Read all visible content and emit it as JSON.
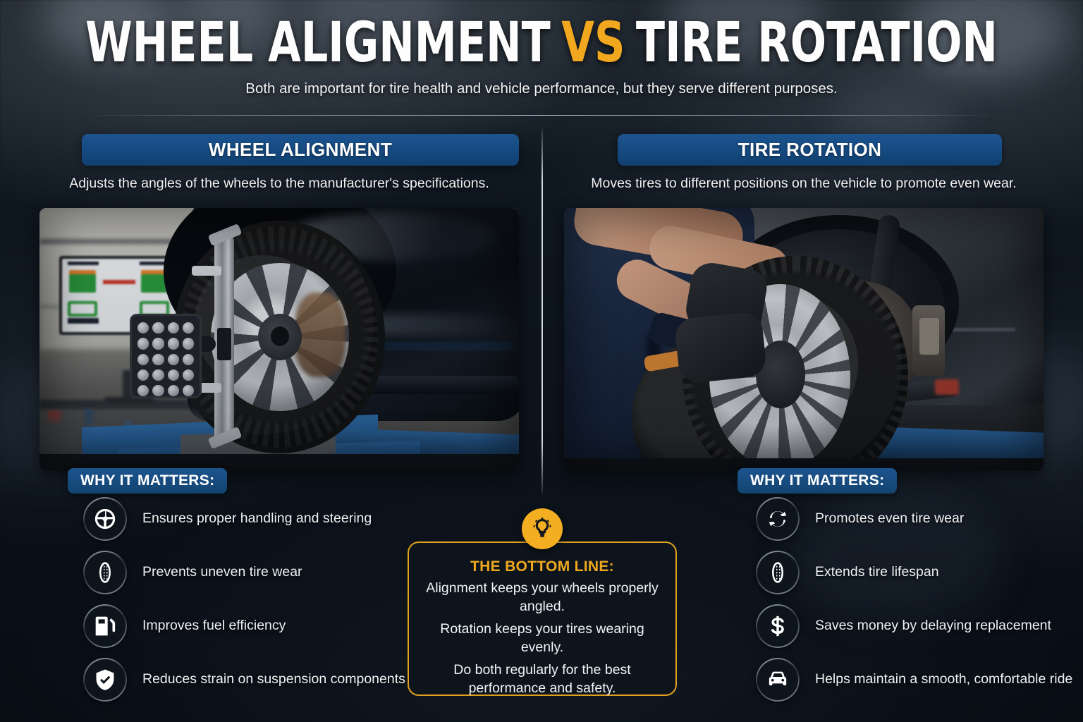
{
  "header": {
    "title_left": "WHEEL ALIGNMENT",
    "title_vs": "VS",
    "title_right": "TIRE ROTATION",
    "subtitle": "Both are important for tire health and vehicle performance, but they serve different purposes."
  },
  "colors": {
    "accent_gold": "#f2a81e",
    "banner_blue": "#1a4d85",
    "background_dark": "#0d141c",
    "text_light": "#eef1f4"
  },
  "left_column": {
    "banner_label": "WHEEL ALIGNMENT",
    "description": "Adjusts the angles of the wheels to the manufacturer's specifications.",
    "photo_alt": "Car wheel on alignment rack with laser target board and alignment software monitor",
    "why_label": "WHY IT MATTERS:",
    "benefits": [
      {
        "icon": "steering-wheel-icon",
        "text": "Ensures proper handling and steering"
      },
      {
        "icon": "tire-icon",
        "text": "Prevents uneven tire wear"
      },
      {
        "icon": "fuel-pump-icon",
        "text": "Improves fuel efficiency"
      },
      {
        "icon": "shield-check-icon",
        "text": "Reduces strain on suspension components"
      }
    ]
  },
  "right_column": {
    "banner_label": "TIRE ROTATION",
    "description": "Moves tires to different positions on the vehicle to promote even wear.",
    "photo_alt": "Mechanic in navy overalls rolling a tire next to an exposed brake disc on a lifted vehicle",
    "why_label": "WHY IT MATTERS:",
    "benefits": [
      {
        "icon": "rotation-arrows-icon",
        "text": "Promotes even tire wear"
      },
      {
        "icon": "tire-icon",
        "text": "Extends tire lifespan"
      },
      {
        "icon": "dollar-sign-icon",
        "text": "Saves money by delaying replacement"
      },
      {
        "icon": "car-icon",
        "text": "Helps maintain a smooth, comfortable ride"
      }
    ]
  },
  "bottom_line": {
    "badge_icon": "lightbulb-icon",
    "title": "THE BOTTOM LINE:",
    "line1": "Alignment keeps your wheels properly angled.",
    "line2": "Rotation keeps your tires wearing evenly.",
    "line3": "Do both regularly for the best performance and safety."
  }
}
